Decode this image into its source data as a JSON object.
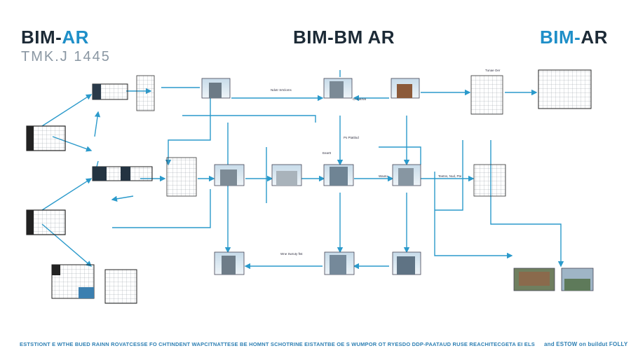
{
  "titles": {
    "left_prefix": "BIM-",
    "left_suffix": "AR",
    "left_sub": "TMK.J  1445",
    "mid": "BIM-BM AR",
    "right_prefix": "BIM-",
    "right_suffix": "AR"
  },
  "footer": {
    "left": "ESTSTIONT E WTHE BUED RAINN ROVATCESSE FO CHTINDENT WAPCITNATTESE BE HOMNT SCHOTRINE EISTANTBE OE S WUMPOR OT RYESDO DDP-PAATAUD RUSE REACHITECGETA EI ELS",
    "right": "and ESTOW on buildut FOLLY"
  },
  "labels": {
    "caption_1": "Ndotr Srtcloms",
    "caption_2": "Cl Catrtat",
    "caption_3": "Eeartt",
    "caption_4": "Waoto",
    "caption_5": "Teetns, Nud, Pte",
    "caption_6": "Ps Ptattlod",
    "caption_7": "Wne Swruty ftst",
    "caption_8": "Tunae Oer"
  },
  "colors": {
    "accent": "#1f8fc8",
    "line": "#2b9acb",
    "dark": "#1c2a36"
  }
}
